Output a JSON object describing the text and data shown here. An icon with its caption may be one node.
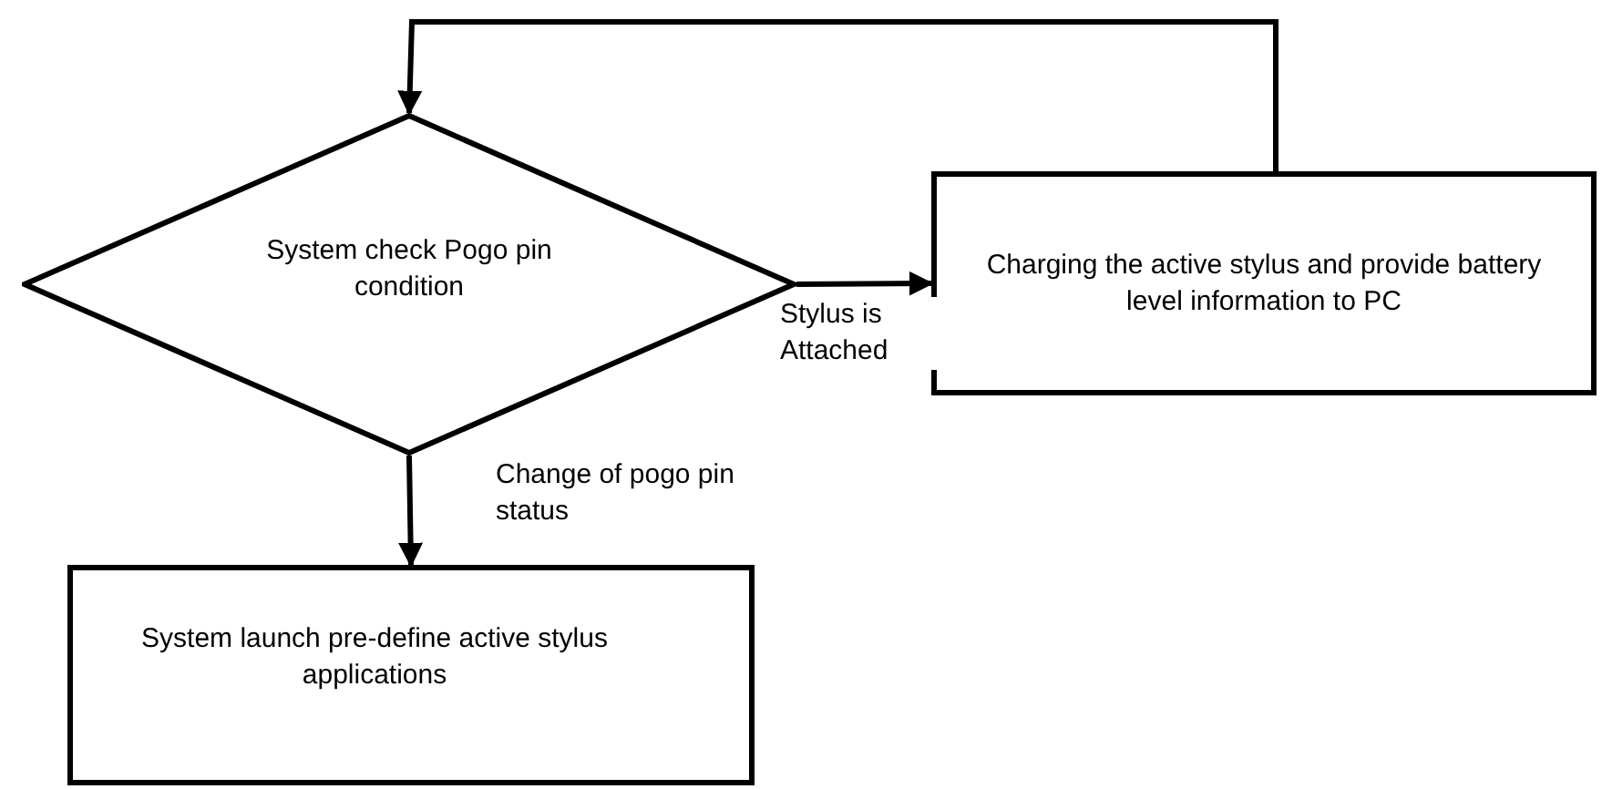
{
  "diagram": {
    "nodes": [
      {
        "text": [
          "System check Pogo pin condition"
        ]
      },
      {
        "text": [
          "Charging the active stylus and provide battery level information to PC"
        ]
      },
      {
        "text": [
          "System launch pre-define active stylus applications"
        ]
      }
    ],
    "edges": [
      {
        "from": 0,
        "to": 1,
        "arrow": "to",
        "label": "Stylus is Attached"
      },
      {
        "from": 1,
        "to": 0,
        "arrow": "to"
      },
      {
        "from": 0,
        "to": 2,
        "arrow": "to",
        "label": "Change of pogo pin status"
      }
    ]
  }
}
